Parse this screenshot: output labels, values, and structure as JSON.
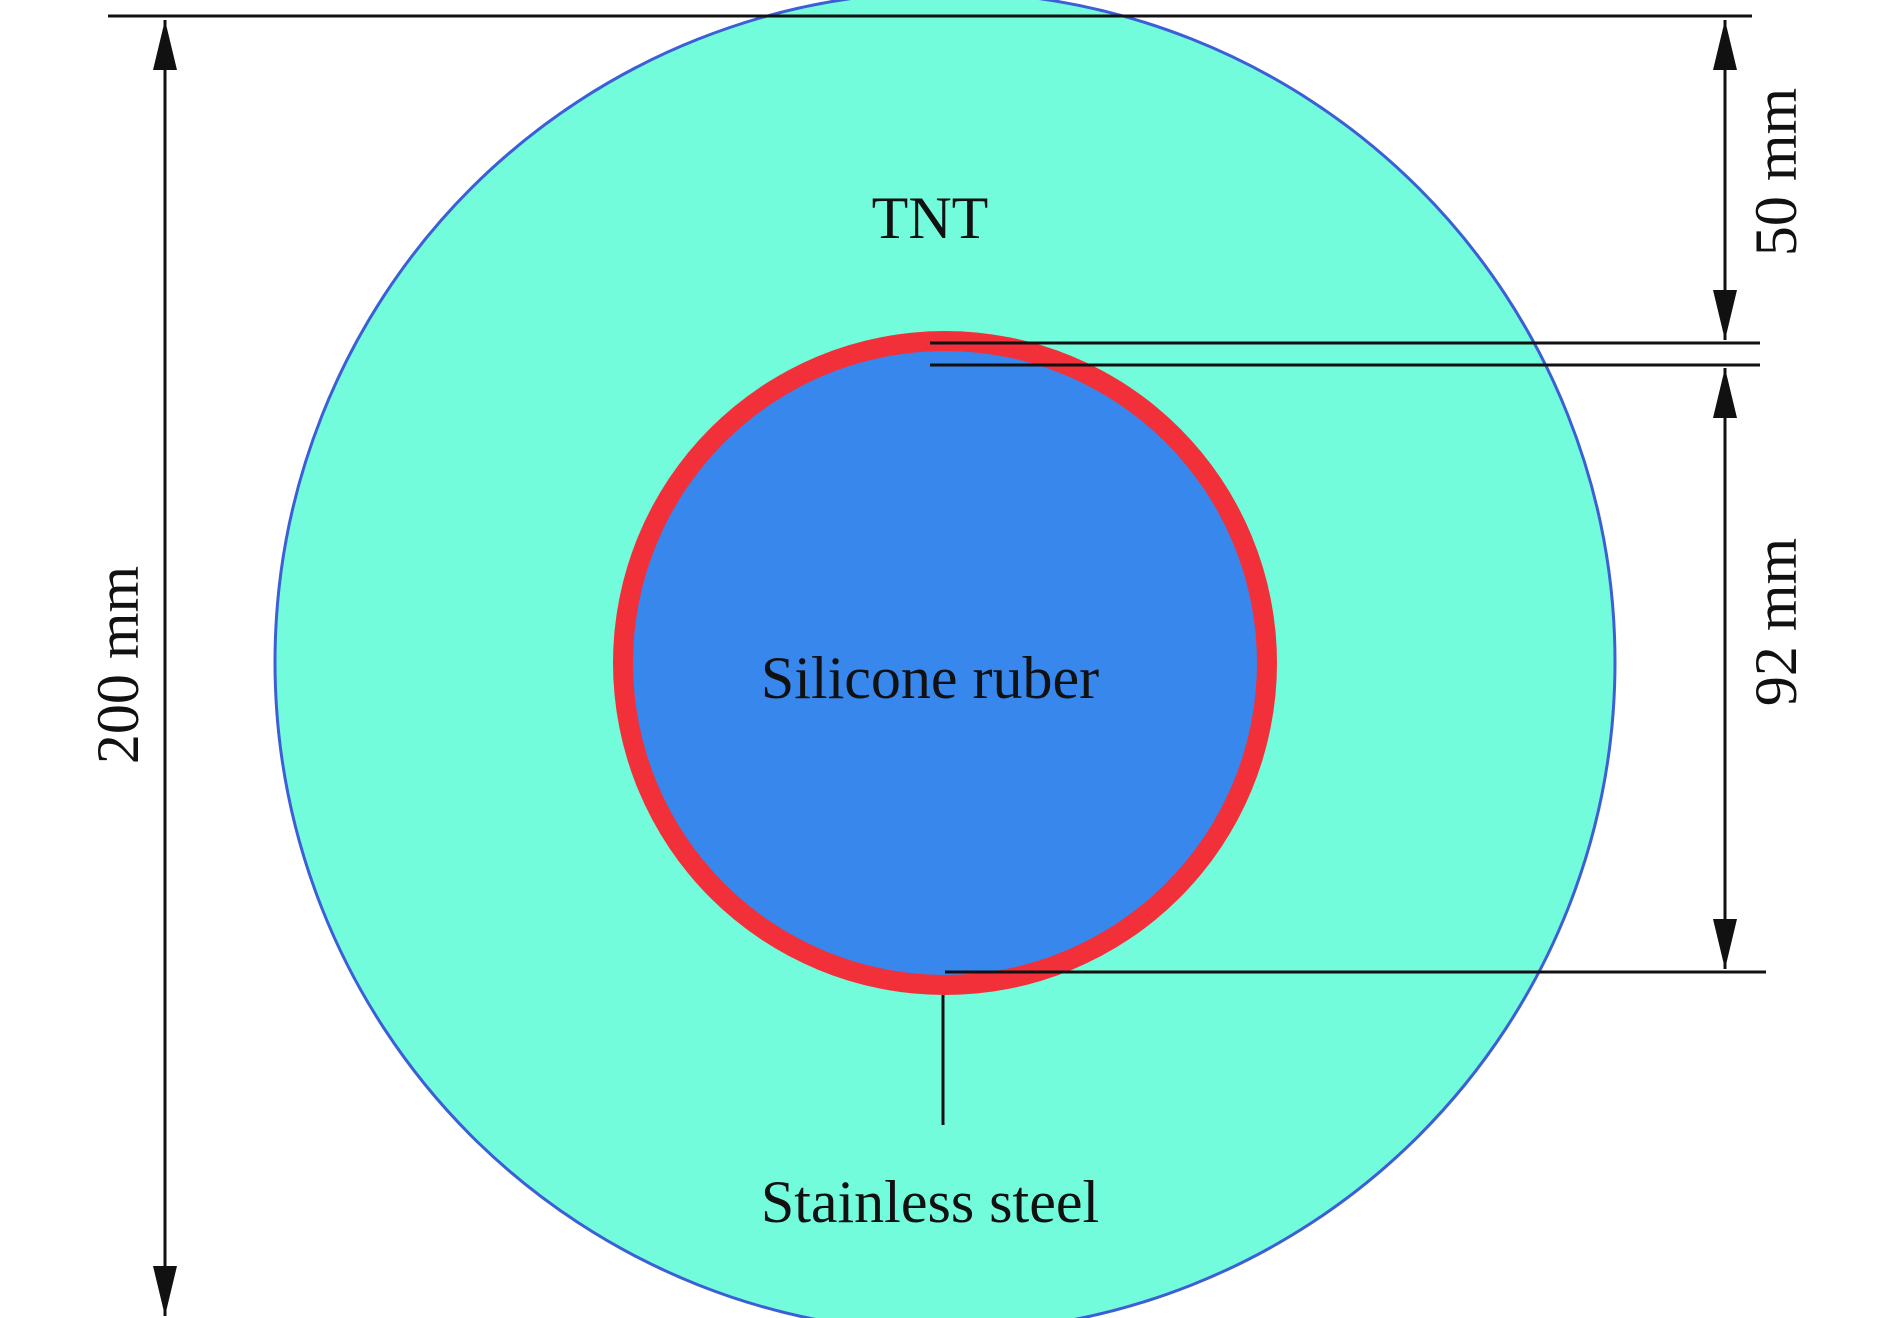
{
  "figure": {
    "colors": {
      "tnt": "#72fcdc",
      "tnt_edge": "#3d5fd6",
      "steel": "#f2303a",
      "rubber": "#3787ec",
      "line": "#111111"
    },
    "labels": {
      "tnt": "TNT",
      "rubber": "Silicone ruber",
      "steel": "Stainless steel"
    },
    "dimensions": {
      "overall": "200 mm",
      "tnt_thickness": "50 mm",
      "inner_diameter": "92 mm"
    }
  }
}
